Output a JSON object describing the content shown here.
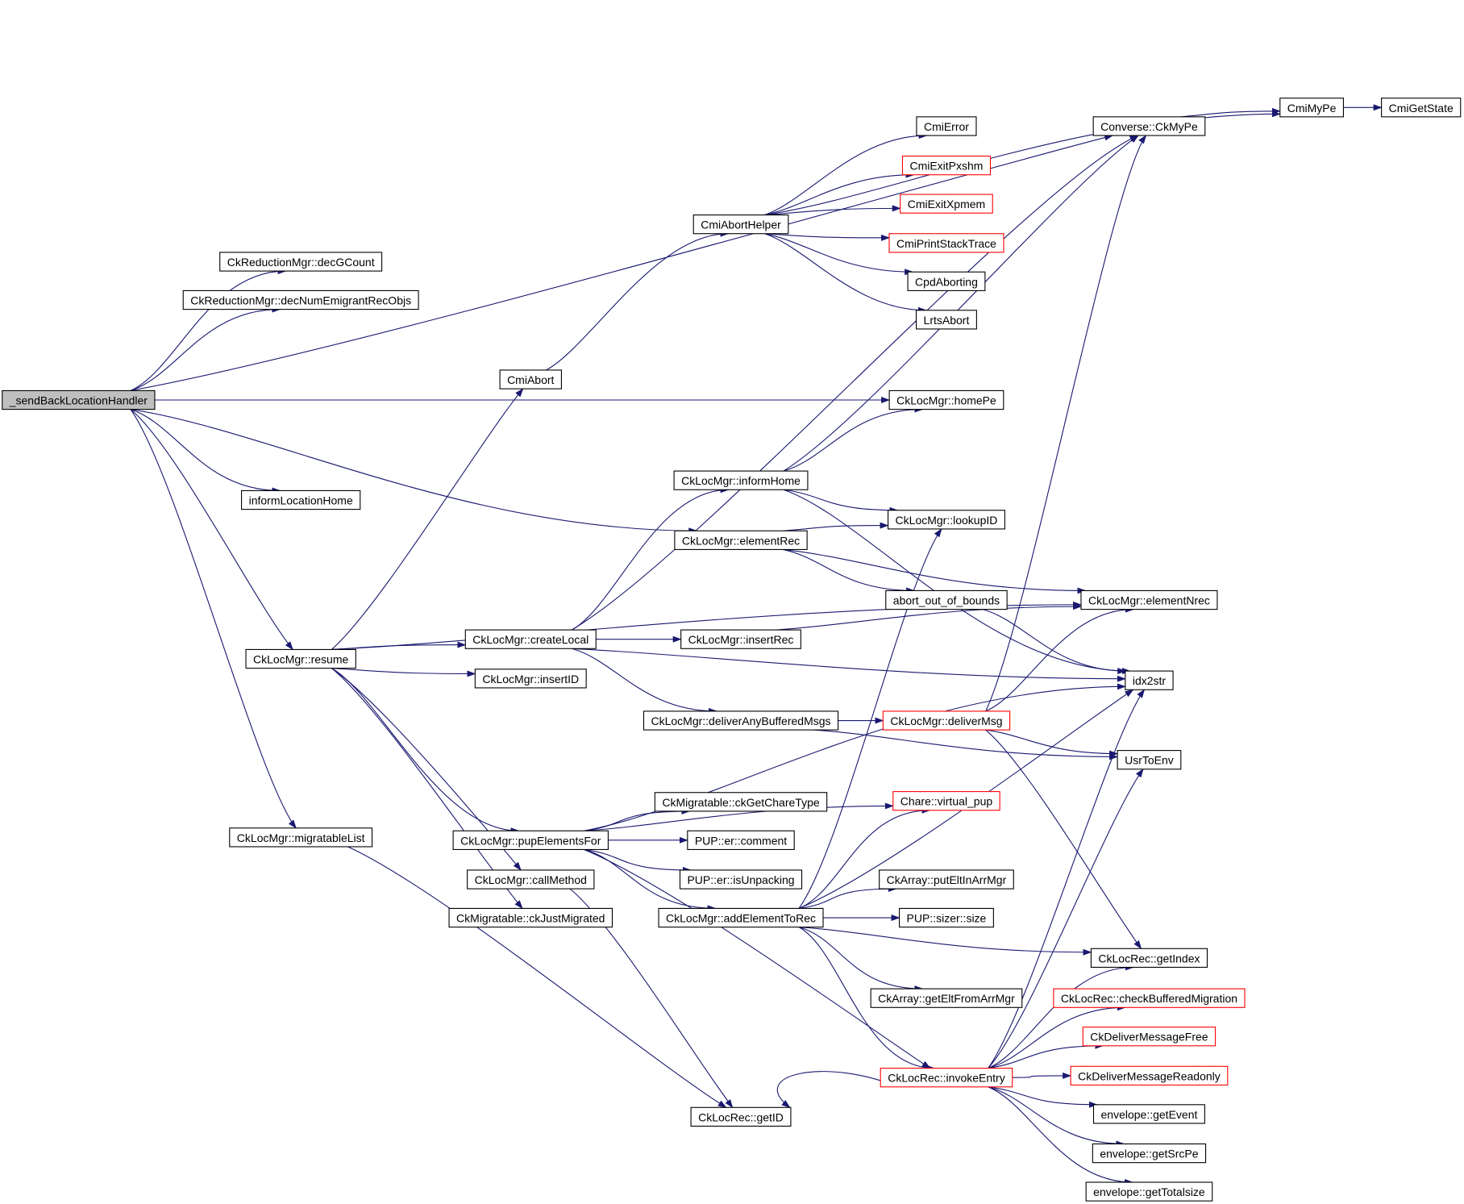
{
  "colors": {
    "edge": "#191970",
    "root_fill": "#bfbfbf",
    "truncated_border": "#ff0000",
    "node_border": "#000000"
  },
  "nodes": [
    {
      "id": "sendBack",
      "label": "_sendBackLocationHandler",
      "style": "root"
    },
    {
      "id": "decGCount",
      "label": "CkReductionMgr::decGCount",
      "style": "normal"
    },
    {
      "id": "decNumEm",
      "label": "CkReductionMgr::decNumEmigrantRecObjs",
      "style": "normal"
    },
    {
      "id": "informLocHome",
      "label": "informLocationHome",
      "style": "normal"
    },
    {
      "id": "resume",
      "label": "CkLocMgr::resume",
      "style": "normal"
    },
    {
      "id": "migratableList",
      "label": "CkLocMgr::migratableList",
      "style": "normal"
    },
    {
      "id": "cmiAbort",
      "label": "CmiAbort",
      "style": "normal"
    },
    {
      "id": "cmiAbortHelper",
      "label": "CmiAbortHelper",
      "style": "normal"
    },
    {
      "id": "cmiError",
      "label": "CmiError",
      "style": "normal"
    },
    {
      "id": "cmiExitPxshm",
      "label": "CmiExitPxshm",
      "style": "truncated"
    },
    {
      "id": "cmiExitXpmem",
      "label": "CmiExitXpmem",
      "style": "truncated"
    },
    {
      "id": "cmiPrintStack",
      "label": "CmiPrintStackTrace",
      "style": "truncated"
    },
    {
      "id": "cpdAborting",
      "label": "CpdAborting",
      "style": "normal"
    },
    {
      "id": "lrtsAbort",
      "label": "LrtsAbort",
      "style": "normal"
    },
    {
      "id": "ckMyPe",
      "label": "Converse::CkMyPe",
      "style": "normal"
    },
    {
      "id": "cmiMyPe",
      "label": "CmiMyPe",
      "style": "normal"
    },
    {
      "id": "cmiGetState",
      "label": "CmiGetState",
      "style": "normal"
    },
    {
      "id": "homePe",
      "label": "CkLocMgr::homePe",
      "style": "normal"
    },
    {
      "id": "informHome",
      "label": "CkLocMgr::informHome",
      "style": "normal"
    },
    {
      "id": "elementRec",
      "label": "CkLocMgr::elementRec",
      "style": "normal"
    },
    {
      "id": "lookupID",
      "label": "CkLocMgr::lookupID",
      "style": "normal"
    },
    {
      "id": "abortOOB",
      "label": "abort_out_of_bounds",
      "style": "normal"
    },
    {
      "id": "elementNrec",
      "label": "CkLocMgr::elementNrec",
      "style": "normal"
    },
    {
      "id": "createLocal",
      "label": "CkLocMgr::createLocal",
      "style": "normal"
    },
    {
      "id": "insertRec",
      "label": "CkLocMgr::insertRec",
      "style": "normal"
    },
    {
      "id": "insertID",
      "label": "CkLocMgr::insertID",
      "style": "normal"
    },
    {
      "id": "idx2str",
      "label": "idx2str",
      "style": "normal"
    },
    {
      "id": "deliverAny",
      "label": "CkLocMgr::deliverAnyBufferedMsgs",
      "style": "normal"
    },
    {
      "id": "deliverMsg",
      "label": "CkLocMgr::deliverMsg",
      "style": "truncated"
    },
    {
      "id": "usrToEnv",
      "label": "UsrToEnv",
      "style": "normal"
    },
    {
      "id": "ckGetChareType",
      "label": "CkMigratable::ckGetChareType",
      "style": "normal"
    },
    {
      "id": "charePup",
      "label": "Chare::virtual_pup",
      "style": "truncated"
    },
    {
      "id": "pupElementsFor",
      "label": "CkLocMgr::pupElementsFor",
      "style": "normal"
    },
    {
      "id": "pupComment",
      "label": "PUP::er::comment",
      "style": "normal"
    },
    {
      "id": "pupIsUnpacking",
      "label": "PUP::er::isUnpacking",
      "style": "normal"
    },
    {
      "id": "callMethod",
      "label": "CkLocMgr::callMethod",
      "style": "normal"
    },
    {
      "id": "putElt",
      "label": "CkArray::putEltInArrMgr",
      "style": "normal"
    },
    {
      "id": "ckJustMigrated",
      "label": "CkMigratable::ckJustMigrated",
      "style": "normal"
    },
    {
      "id": "addElementToRec",
      "label": "CkLocMgr::addElementToRec",
      "style": "normal"
    },
    {
      "id": "sizerSize",
      "label": "PUP::sizer::size",
      "style": "normal"
    },
    {
      "id": "getIndex",
      "label": "CkLocRec::getIndex",
      "style": "normal"
    },
    {
      "id": "getElt",
      "label": "CkArray::getEltFromArrMgr",
      "style": "normal"
    },
    {
      "id": "checkBuffered",
      "label": "CkLocRec::checkBufferedMigration",
      "style": "truncated"
    },
    {
      "id": "deliverFree",
      "label": "CkDeliverMessageFree",
      "style": "truncated"
    },
    {
      "id": "deliverReadonly",
      "label": "CkDeliverMessageReadonly",
      "style": "truncated"
    },
    {
      "id": "invokeEntry",
      "label": "CkLocRec::invokeEntry",
      "style": "truncated"
    },
    {
      "id": "getEvent",
      "label": "envelope::getEvent",
      "style": "normal"
    },
    {
      "id": "getSrcPe",
      "label": "envelope::getSrcPe",
      "style": "normal"
    },
    {
      "id": "getID",
      "label": "CkLocRec::getID",
      "style": "normal"
    },
    {
      "id": "getTotalsize",
      "label": "envelope::getTotalsize",
      "style": "normal"
    }
  ],
  "edges": [
    {
      "from": "sendBack",
      "to": "ckMyPe"
    },
    {
      "from": "sendBack",
      "to": "decGCount"
    },
    {
      "from": "sendBack",
      "to": "decNumEm"
    },
    {
      "from": "sendBack",
      "to": "homePe"
    },
    {
      "from": "sendBack",
      "to": "informLocHome"
    },
    {
      "from": "sendBack",
      "to": "elementRec"
    },
    {
      "from": "sendBack",
      "to": "resume"
    },
    {
      "from": "sendBack",
      "to": "migratableList"
    },
    {
      "from": "resume",
      "to": "cmiAbort"
    },
    {
      "from": "resume",
      "to": "elementNrec"
    },
    {
      "from": "resume",
      "to": "createLocal"
    },
    {
      "from": "resume",
      "to": "insertID"
    },
    {
      "from": "resume",
      "to": "pupElementsFor"
    },
    {
      "from": "resume",
      "to": "callMethod"
    },
    {
      "from": "resume",
      "to": "ckJustMigrated"
    },
    {
      "from": "migratableList",
      "to": "getID"
    },
    {
      "from": "cmiAbort",
      "to": "cmiAbortHelper"
    },
    {
      "from": "cmiAbortHelper",
      "to": "cmiMyPe"
    },
    {
      "from": "cmiAbortHelper",
      "to": "cmiError"
    },
    {
      "from": "cmiAbortHelper",
      "to": "cmiExitPxshm"
    },
    {
      "from": "cmiAbortHelper",
      "to": "cmiExitXpmem"
    },
    {
      "from": "cmiAbortHelper",
      "to": "cmiPrintStack"
    },
    {
      "from": "cmiAbortHelper",
      "to": "cpdAborting"
    },
    {
      "from": "cmiAbortHelper",
      "to": "lrtsAbort"
    },
    {
      "from": "ckMyPe",
      "to": "cmiMyPe"
    },
    {
      "from": "cmiMyPe",
      "to": "cmiGetState"
    },
    {
      "from": "informHome",
      "to": "homePe"
    },
    {
      "from": "informHome",
      "to": "ckMyPe"
    },
    {
      "from": "informHome",
      "to": "lookupID"
    },
    {
      "from": "informHome",
      "to": "idx2str"
    },
    {
      "from": "elementRec",
      "to": "lookupID"
    },
    {
      "from": "elementRec",
      "to": "abortOOB"
    },
    {
      "from": "elementRec",
      "to": "elementNrec"
    },
    {
      "from": "abortOOB",
      "to": "idx2str"
    },
    {
      "from": "createLocal",
      "to": "ckMyPe"
    },
    {
      "from": "createLocal",
      "to": "informHome"
    },
    {
      "from": "createLocal",
      "to": "insertRec"
    },
    {
      "from": "createLocal",
      "to": "idx2str"
    },
    {
      "from": "createLocal",
      "to": "deliverAny"
    },
    {
      "from": "insertRec",
      "to": "elementNrec"
    },
    {
      "from": "deliverAny",
      "to": "deliverMsg"
    },
    {
      "from": "deliverAny",
      "to": "usrToEnv"
    },
    {
      "from": "deliverMsg",
      "to": "ckMyPe"
    },
    {
      "from": "deliverMsg",
      "to": "elementNrec"
    },
    {
      "from": "deliverMsg",
      "to": "usrToEnv"
    },
    {
      "from": "deliverMsg",
      "to": "getIndex"
    },
    {
      "from": "pupElementsFor",
      "to": "charePup"
    },
    {
      "from": "pupElementsFor",
      "to": "ckGetChareType"
    },
    {
      "from": "pupElementsFor",
      "to": "pupComment"
    },
    {
      "from": "pupElementsFor",
      "to": "pupIsUnpacking"
    },
    {
      "from": "pupElementsFor",
      "to": "addElementToRec"
    },
    {
      "from": "pupElementsFor",
      "to": "idx2str"
    },
    {
      "from": "pupElementsFor",
      "to": "invokeEntry"
    },
    {
      "from": "callMethod",
      "to": "getID"
    },
    {
      "from": "addElementToRec",
      "to": "lookupID"
    },
    {
      "from": "addElementToRec",
      "to": "charePup"
    },
    {
      "from": "addElementToRec",
      "to": "idx2str"
    },
    {
      "from": "addElementToRec",
      "to": "putElt"
    },
    {
      "from": "addElementToRec",
      "to": "sizerSize"
    },
    {
      "from": "addElementToRec",
      "to": "getIndex"
    },
    {
      "from": "addElementToRec",
      "to": "getElt"
    },
    {
      "from": "addElementToRec",
      "to": "invokeEntry"
    },
    {
      "from": "invokeEntry",
      "to": "usrToEnv"
    },
    {
      "from": "invokeEntry",
      "to": "idx2str"
    },
    {
      "from": "invokeEntry",
      "to": "getIndex"
    },
    {
      "from": "invokeEntry",
      "to": "checkBuffered"
    },
    {
      "from": "invokeEntry",
      "to": "deliverFree"
    },
    {
      "from": "invokeEntry",
      "to": "deliverReadonly"
    },
    {
      "from": "invokeEntry",
      "to": "getEvent"
    },
    {
      "from": "invokeEntry",
      "to": "getSrcPe"
    },
    {
      "from": "invokeEntry",
      "to": "getTotalsize"
    },
    {
      "from": "invokeEntry",
      "to": "getID"
    }
  ]
}
